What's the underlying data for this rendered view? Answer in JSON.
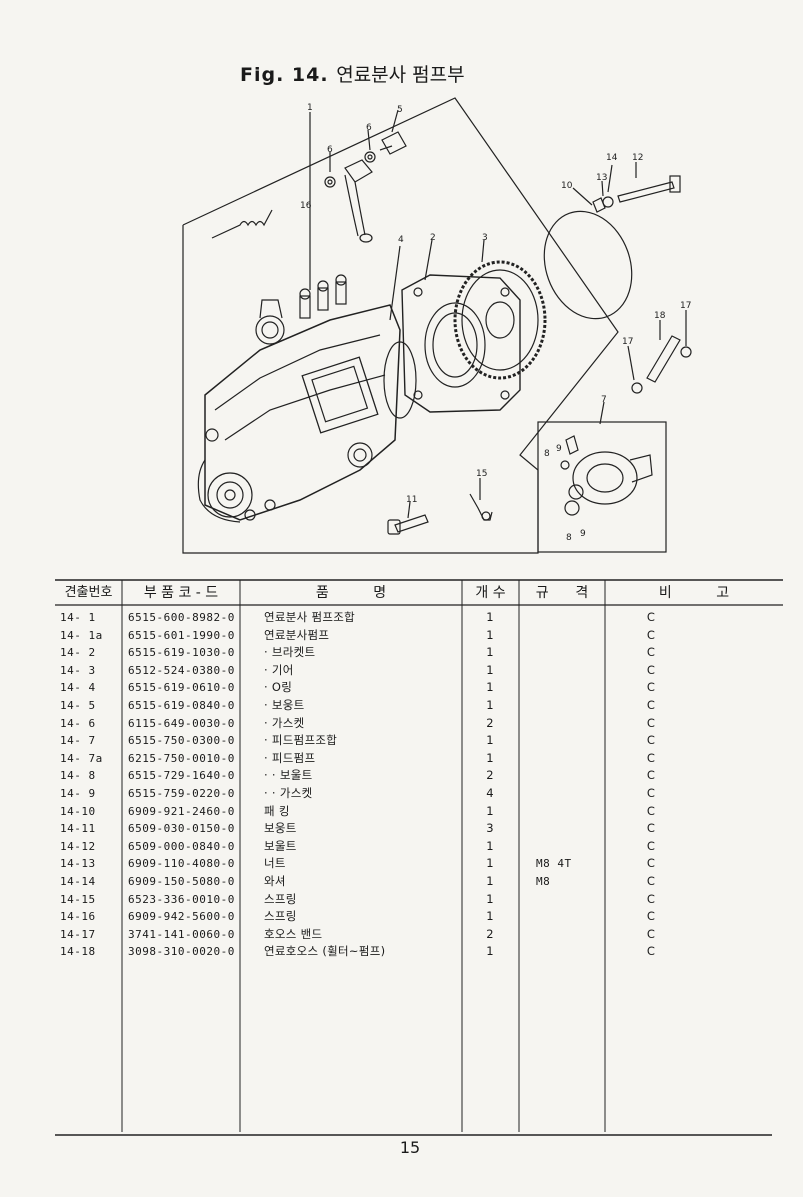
{
  "page": {
    "title_en": "Fig. 14.",
    "title_ko": "연료분사 펌프부",
    "page_number": "15"
  },
  "diagram": {
    "callouts": [
      "1",
      "2",
      "3",
      "4",
      "5",
      "6",
      "6",
      "7",
      "8",
      "8",
      "9",
      "9",
      "10",
      "11",
      "12",
      "13",
      "14",
      "15",
      "16",
      "17",
      "17",
      "18"
    ]
  },
  "table": {
    "headers": [
      "견출번호",
      "부 품 코 - 드",
      "품          명",
      "개 수",
      "규      격",
      "비          고"
    ],
    "rows": [
      {
        "no": "14- 1",
        "code": "6515-600-8982-0",
        "name": "연료분사 펌프조합",
        "qty": "1",
        "spec": "",
        "note": "C"
      },
      {
        "no": "14- 1a",
        "code": "6515-601-1990-0",
        "name": "연료분사펌프",
        "qty": "1",
        "spec": "",
        "note": "C"
      },
      {
        "no": "14- 2",
        "code": "6515-619-1030-0",
        "name": "· 브라켓트",
        "qty": "1",
        "spec": "",
        "note": "C"
      },
      {
        "no": "14- 3",
        "code": "6512-524-0380-0",
        "name": "· 기어",
        "qty": "1",
        "spec": "",
        "note": "C"
      },
      {
        "no": "14- 4",
        "code": "6515-619-0610-0",
        "name": "· O링",
        "qty": "1",
        "spec": "",
        "note": "C"
      },
      {
        "no": "14- 5",
        "code": "6515-619-0840-0",
        "name": "· 보웅트",
        "qty": "1",
        "spec": "",
        "note": "C"
      },
      {
        "no": "14- 6",
        "code": "6115-649-0030-0",
        "name": "· 가스켓",
        "qty": "2",
        "spec": "",
        "note": "C"
      },
      {
        "no": "14- 7",
        "code": "6515-750-0300-0",
        "name": "· 피드펌프조합",
        "qty": "1",
        "spec": "",
        "note": "C"
      },
      {
        "no": "14- 7a",
        "code": "6215-750-0010-0",
        "name": "· 피드펌프",
        "qty": "1",
        "spec": "",
        "note": "C"
      },
      {
        "no": "14- 8",
        "code": "6515-729-1640-0",
        "name": "· · 보울트",
        "qty": "2",
        "spec": "",
        "note": "C"
      },
      {
        "no": "14- 9",
        "code": "6515-759-0220-0",
        "name": "· · 가스켓",
        "qty": "4",
        "spec": "",
        "note": "C"
      },
      {
        "no": "14-10",
        "code": "6909-921-2460-0",
        "name": "패 킹",
        "qty": "1",
        "spec": "",
        "note": "C"
      },
      {
        "no": "14-11",
        "code": "6509-030-0150-0",
        "name": "보웅트",
        "qty": "3",
        "spec": "",
        "note": "C"
      },
      {
        "no": "14-12",
        "code": "6509-000-0840-0",
        "name": "보울트",
        "qty": "1",
        "spec": "",
        "note": "C"
      },
      {
        "no": "14-13",
        "code": "6909-110-4080-0",
        "name": "너트",
        "qty": "1",
        "spec": "M8  4T",
        "note": "C"
      },
      {
        "no": "14-14",
        "code": "6909-150-5080-0",
        "name": "와셔",
        "qty": "1",
        "spec": "M8",
        "note": "C"
      },
      {
        "no": "14-15",
        "code": "6523-336-0010-0",
        "name": "스프링",
        "qty": "1",
        "spec": "",
        "note": "C"
      },
      {
        "no": "14-16",
        "code": "6909-942-5600-0",
        "name": "스프링",
        "qty": "1",
        "spec": "",
        "note": "C"
      },
      {
        "no": "14-17",
        "code": "3741-141-0060-0",
        "name": "호오스 밴드",
        "qty": "2",
        "spec": "",
        "note": "C"
      },
      {
        "no": "14-18",
        "code": "3098-310-0020-0",
        "name": "연료호오스 (휠터~펌프)",
        "qty": "1",
        "spec": "",
        "note": "C"
      }
    ]
  }
}
